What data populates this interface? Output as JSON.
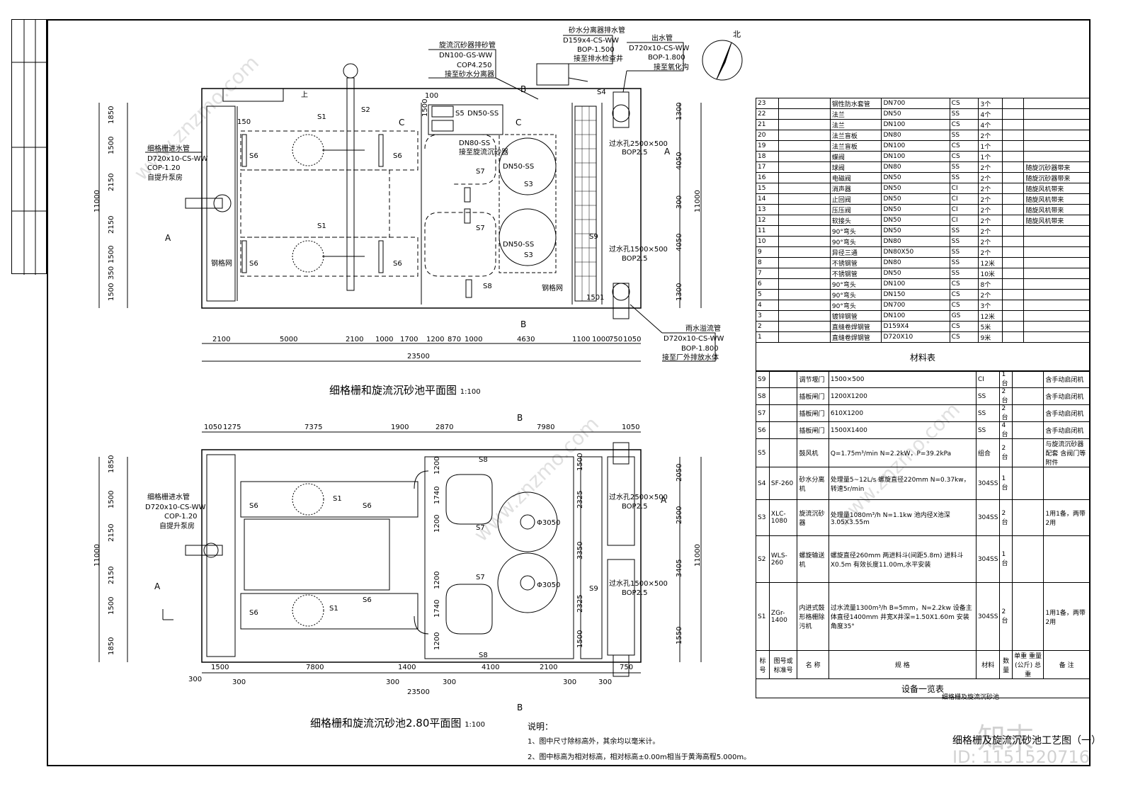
{
  "plan1": {
    "caption": "细格栅和旋流沉砂池平面图",
    "scale": "1:100",
    "dims_bottom": [
      "2100",
      "5000",
      "2100",
      "1000",
      "1700",
      "1200",
      "870",
      "1000",
      "4630",
      "1100",
      "1000",
      "750",
      "1050"
    ],
    "total": "23500",
    "dims_left": [
      "1850",
      "1500",
      "2150",
      "2150",
      "1500",
      "350",
      "1500"
    ],
    "dim_height": "11000",
    "dims_right": [
      "1300",
      "4050",
      "300",
      "4050",
      "1300"
    ],
    "labels": {
      "inlet": "细格栅进水管",
      "inlet_spec": "D720x10-CS-WW",
      "inlet_cop": "COP-1.20",
      "inlet_note": "自提升泵房",
      "s1": "S1",
      "s2": "S2",
      "s3": "S3",
      "s4": "S4",
      "s5": "S5",
      "s6": "S6",
      "s7": "S7",
      "s8": "S8",
      "s9": "S9",
      "steel_gate": "钢格网",
      "weir1": "过水孔2500×500",
      "weir1_bop": "BOP2.5",
      "weir2": "过水孔1500×500",
      "weir2_bop": "BOP2.5",
      "dn50_1": "DN50-SS",
      "dn50_2": "DN50-SS",
      "dn50_3": "DN50-SS",
      "dn80": "DN80-SS",
      "connect": "接至旋流沉砂器",
      "up": "上",
      "dim150": "150",
      "dim100": "100",
      "dim1500": "1500",
      "dim1501": "1501"
    },
    "callouts": {
      "sand_pipe": [
        "旋流沉砂器排砂管",
        "DN100-GS-WW",
        "COP4.250",
        "接至砂水分离器"
      ],
      "separator": [
        "砂水分离器排水管",
        "D159x4-CS-WW",
        "BOP-1.500",
        "接至排水检查井"
      ],
      "outlet": [
        "出水管",
        "D720x10-CS-WW",
        "BOP-1.800",
        "接至氧化沟"
      ],
      "overflow": [
        "雨水溢流管",
        "D720x10-CS-WW",
        "BOP-1.800",
        "接至厂外排放水体"
      ]
    }
  },
  "plan2": {
    "caption": "细格栅和旋流沉砂池2.80平面图",
    "scale": "1:100",
    "dims_top": [
      "1050",
      "1275",
      "7375",
      "1900",
      "2870",
      "7980",
      "1050"
    ],
    "dims_bottom": [
      "1500",
      "7800",
      "1400",
      "4100",
      "2100",
      "750"
    ],
    "dims_bottom2": [
      "300",
      "300",
      "300",
      "300",
      "300",
      "300"
    ],
    "total": "23500",
    "dims_left": [
      "1850",
      "1500",
      "2150",
      "2150",
      "1500",
      "1850"
    ],
    "dim_height": "11000",
    "dims_right": [
      "2050",
      "2500",
      "3405",
      "1550"
    ],
    "dims_inner": [
      "1200",
      "1740",
      "1200",
      "1200",
      "1740",
      "1200",
      "2325",
      "3350",
      "2325",
      "1500",
      "1500"
    ],
    "dim_d": "Φ3050",
    "labels": {
      "inlet": "细格栅进水管",
      "inlet_spec": "D720x10-CS-WW",
      "inlet_cop": "COP-1.20",
      "inlet_note": "自提升泵房",
      "weir1": "过水孔2500×500",
      "weir2": "过水孔1500×500",
      "bop": "BOP2.5"
    }
  },
  "sections": {
    "a": "A",
    "b": "B",
    "c": "C"
  },
  "north": "北",
  "materials": {
    "title": "材料表",
    "rows": [
      [
        "23",
        "",
        "钢性防水套管",
        "DN700",
        "CS",
        "3个",
        ""
      ],
      [
        "22",
        "",
        "法兰",
        "DN50",
        "SS",
        "4个",
        ""
      ],
      [
        "21",
        "",
        "法兰",
        "DN100",
        "CS",
        "4个",
        ""
      ],
      [
        "20",
        "",
        "法兰盲板",
        "DN80",
        "SS",
        "2个",
        ""
      ],
      [
        "19",
        "",
        "法兰盲板",
        "DN100",
        "CS",
        "1个",
        ""
      ],
      [
        "18",
        "",
        "蝶阀",
        "DN100",
        "CS",
        "1个",
        ""
      ],
      [
        "17",
        "",
        "球阀",
        "DN80",
        "SS",
        "2个",
        "随旋沉砂器带来"
      ],
      [
        "16",
        "",
        "电磁阀",
        "DN50",
        "SS",
        "2个",
        "随旋沉砂器带来"
      ],
      [
        "15",
        "",
        "消声器",
        "DN50",
        "CI",
        "2个",
        "随旋风机带来"
      ],
      [
        "14",
        "",
        "止回阀",
        "DN50",
        "CI",
        "2个",
        "随旋风机带来"
      ],
      [
        "13",
        "",
        "压压阀",
        "DN50",
        "CI",
        "2个",
        "随旋风机带来"
      ],
      [
        "12",
        "",
        "软接头",
        "DN50",
        "CI",
        "2个",
        "随旋风机带来"
      ],
      [
        "11",
        "",
        "90°弯头",
        "DN50",
        "SS",
        "2个",
        ""
      ],
      [
        "10",
        "",
        "90°弯头",
        "DN80",
        "SS",
        "2个",
        ""
      ],
      [
        "9",
        "",
        "异径三通",
        "DN80X50",
        "SS",
        "2个",
        ""
      ],
      [
        "8",
        "",
        "不锈钢管",
        "DN80",
        "SS",
        "12米",
        ""
      ],
      [
        "7",
        "",
        "不锈钢管",
        "DN50",
        "SS",
        "10米",
        ""
      ],
      [
        "6",
        "",
        "90°弯头",
        "DN100",
        "CS",
        "8个",
        ""
      ],
      [
        "5",
        "",
        "90°弯头",
        "DN150",
        "CS",
        "2个",
        ""
      ],
      [
        "4",
        "",
        "90°弯头",
        "DN700",
        "CS",
        "3个",
        ""
      ],
      [
        "3",
        "",
        "镀锌钢管",
        "DN100",
        "GS",
        "12米",
        ""
      ],
      [
        "2",
        "",
        "直缝卷焊钢管",
        "D159X4",
        "CS",
        "5米",
        ""
      ],
      [
        "1",
        "",
        "直缝卷焊钢管",
        "D720X10",
        "CS",
        "9米",
        ""
      ]
    ]
  },
  "equipment": {
    "title": "设备一览表",
    "rows": [
      [
        "S9",
        "",
        "调节堰门",
        "1500×500",
        "CI",
        "1台",
        "含手动启闭机"
      ],
      [
        "S8",
        "",
        "插板闸门",
        "1200X1200",
        "SS",
        "2台",
        "含手动启闭机"
      ],
      [
        "S7",
        "",
        "插板闸门",
        "610X1200",
        "SS",
        "2台",
        "含手动启闭机"
      ],
      [
        "S6",
        "",
        "插板闸门",
        "1500X1400",
        "SS",
        "4台",
        "含手动启闭机"
      ],
      [
        "S5",
        "",
        "鼓风机",
        "Q=1.75m³/min N=2.2kW，P=39.2kPa",
        "组合",
        "2台",
        "与旋流沉砂器配套 含阀门等附件"
      ],
      [
        "S4",
        "SF-260",
        "砂水分离机",
        "处理量5~12L/s 螺旋直径220mm N=0.37kw，转速5r/min",
        "304SS",
        "1台",
        ""
      ],
      [
        "S3",
        "XLC-1080",
        "旋流沉砂器",
        "处理量1080m³/h N=1.1kw 池内径X池深3.05X3.55m",
        "304SS",
        "2台",
        "1用1备，两带2用"
      ],
      [
        "S2",
        "WLS-260",
        "螺旋输送机",
        "螺旋直径260mm 两进料斗(间距5.8m) 进料斗X0.5m 有效长度11.00m,水平安装",
        "304SS",
        "1台",
        ""
      ],
      [
        "S1",
        "ZGr-1400",
        "内进式鼓形格栅除污机",
        "过水流量1300m³/h B=5mm，N=2.2kw 设备主体直径1400mm 井宽X井深=1.50X1.60m 安装角度35°",
        "304SS",
        "2台",
        "1用1备，两带2用"
      ]
    ],
    "header": [
      "标号",
      "图号或标准号",
      "名 称",
      "规 格",
      "材料",
      "数量",
      "单重 重量(公斤) 总重",
      "备 注"
    ]
  },
  "notes": {
    "title": "说明：",
    "items": [
      "1、图中尺寸除标高外，其余均以毫米计。",
      "2、图中标高为相对标高，相对标高±0.00m相当于黄海高程5.000m。"
    ]
  },
  "title_block": {
    "small": "细格栅及旋流沉砂池",
    "title": "细格栅及旋流沉砂池工艺图（一）"
  },
  "watermark": {
    "brand": "知末",
    "id": "ID: 1151520716",
    "site": "www.znzmo.com"
  }
}
